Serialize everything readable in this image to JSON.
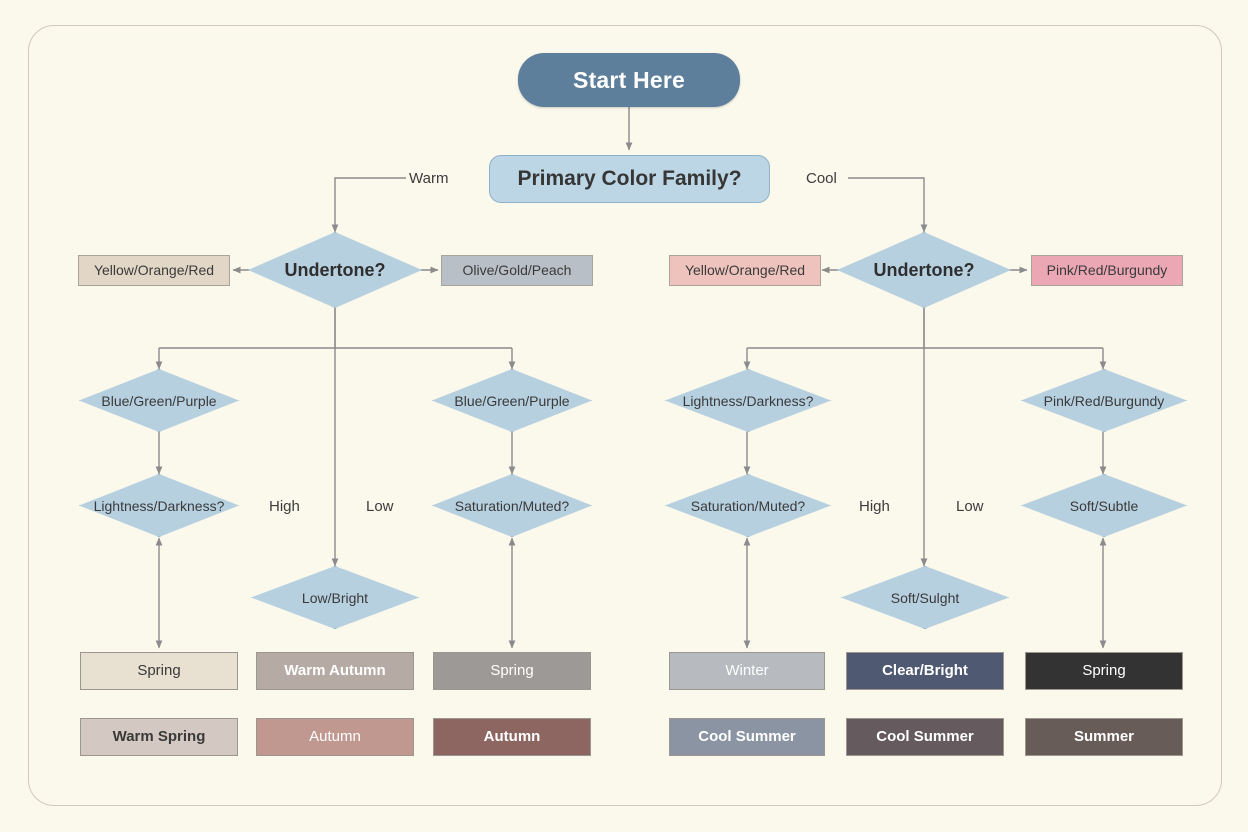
{
  "diagram": {
    "title": "Color Season Analysis Flowchart",
    "background": "#fbf8ec",
    "frame_color": "#cfcabb",
    "accent": "#5e7f9b"
  },
  "start": {
    "label": "Start Here"
  },
  "primary_question": {
    "label": "Primary Color Family?"
  },
  "branch_labels": {
    "warm": "Warm",
    "cool": "Cool"
  },
  "left_branch": {
    "undertone": "Undertone?",
    "answer_left": "Yellow/Orange/Red",
    "answer_right": "Olive/Gold/Peach",
    "sub_left_top": "Blue/Green/Purple",
    "sub_left_bottom": "Lightness/Darkness?",
    "sub_mid": "Low/Bright",
    "sub_right_top": "Blue/Green/Purple",
    "sub_right_bottom": "Saturation/Muted?",
    "mid_label_high": "High",
    "mid_label_low": "Low",
    "results_row1": [
      "Spring",
      "Warm Autumn",
      "Spring"
    ],
    "results_row2": [
      "Warm Spring",
      "Autumn",
      "Autumn"
    ],
    "results_row1_colors": [
      "#e8e1d2",
      "#b6aaa4",
      "#9d9997"
    ],
    "results_row2_colors": [
      "#d3c9c2",
      "#c09890",
      "#8d6661"
    ],
    "results_row1_text": [
      "#3a3a3a",
      "#ffffff",
      "#ffffff"
    ],
    "results_row2_text": [
      "#3a3a3a",
      "#ffffff",
      "#ffffff"
    ]
  },
  "right_branch": {
    "undertone": "Undertone?",
    "answer_left": "Yellow/Orange/Red",
    "answer_right": "Pink/Red/Burgundy",
    "sub_left_top": "Lightness/Darkness?",
    "sub_left_bottom": "Saturation/Muted?",
    "sub_mid": "Soft/Sulght",
    "sub_right_top": "Pink/Red/Burgundy",
    "sub_right_bottom": "Soft/Subtle",
    "mid_label_high": "High",
    "mid_label_low": "Low",
    "results_row1": [
      "Winter",
      "Clear/Bright",
      "Spring"
    ],
    "results_row2": [
      "Cool Summer",
      "Cool Summer",
      "Summer"
    ],
    "results_row1_colors": [
      "#b7bbbf",
      "#4f5a72",
      "#333333"
    ],
    "results_row2_colors": [
      "#8b94a3",
      "#655a5e",
      "#685c59"
    ],
    "results_row1_text": [
      "#ffffff",
      "#ffffff",
      "#ffffff"
    ],
    "results_row2_text": [
      "#ffffff",
      "#ffffff",
      "#ffffff"
    ]
  },
  "chip_colors": {
    "warm_left": "#e2d6c6",
    "warm_right": "#b9bfc6",
    "cool_left": "#efc3bd",
    "cool_right": "#eca7b4"
  }
}
